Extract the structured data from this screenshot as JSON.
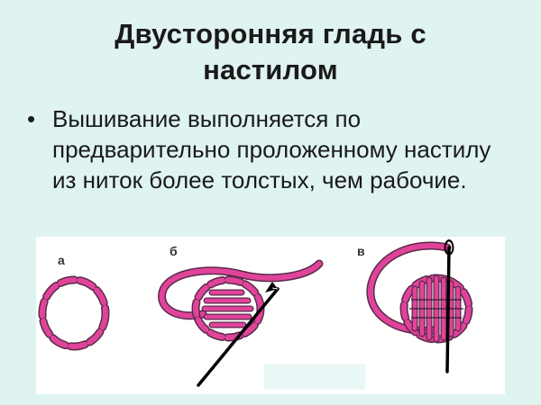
{
  "slide": {
    "title_line1": "Двусторонняя гладь с",
    "title_line2": "настилом",
    "bullet_symbol": "•",
    "bullet_text": "Вышивание выполняется по предварительно проложенному настилу из ниток более толстых, чем рабочие."
  },
  "figure": {
    "labels": [
      "а",
      "б",
      "в"
    ],
    "colors": {
      "thread": "#e0449a",
      "outline": "#5a2a4a",
      "needle": "#000000",
      "stitch_line": "#3a1a30"
    }
  }
}
